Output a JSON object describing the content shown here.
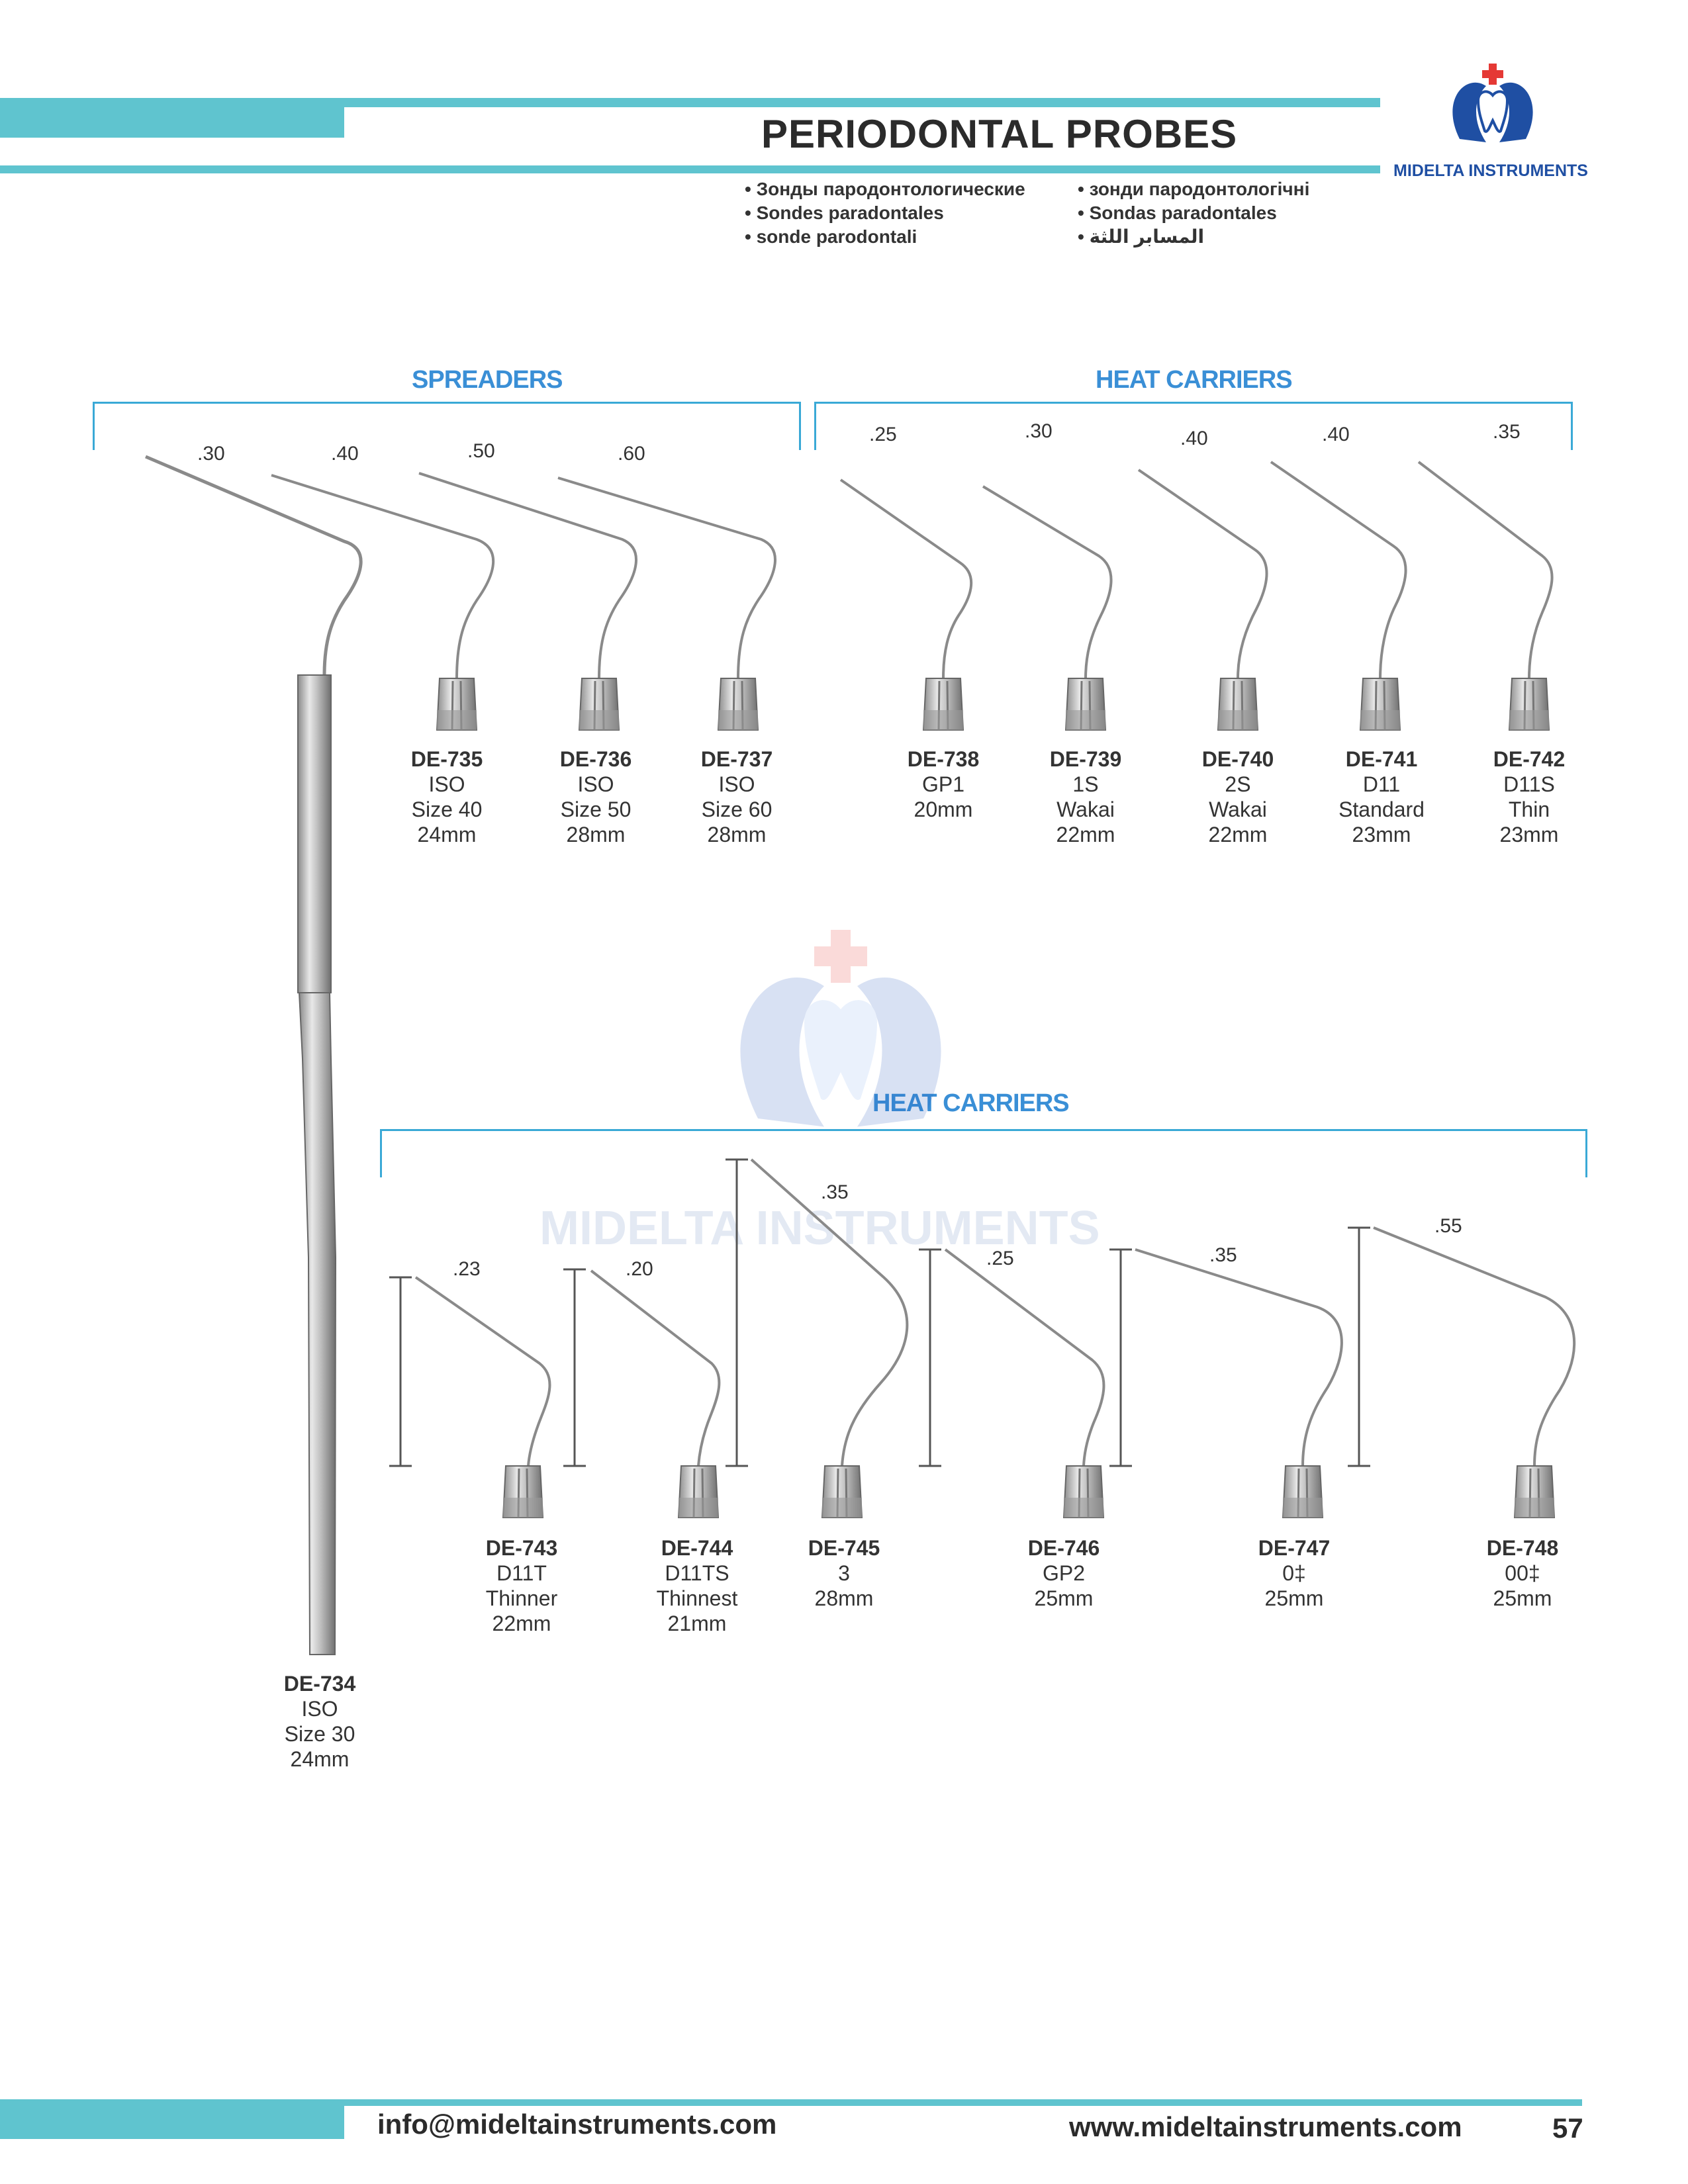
{
  "header": {
    "title": "PERIODONTAL PROBES",
    "brand": "MIDELTA INSTRUMENTS",
    "translations_left": [
      "Зонды пародонтологические",
      "Sondes paradontales",
      "sonde parodontali"
    ],
    "translations_right": [
      "зонди пародонтологічні",
      "Sondas paradontales",
      "المسابر اللثة"
    ]
  },
  "sections": {
    "spreaders": "SPREADERS",
    "heat_carriers_top": "HEAT CARRIERS",
    "heat_carriers_bottom": "HEAT CARRIERS"
  },
  "watermark": "MIDELTA INSTRUMENTS",
  "spreaders": [
    {
      "gauge": ".30"
    },
    {
      "gauge": ".40",
      "code": "DE-735",
      "lines": [
        "ISO",
        "Size 40",
        "24mm"
      ]
    },
    {
      "gauge": ".50",
      "code": "DE-736",
      "lines": [
        "ISO",
        "Size 50",
        "28mm"
      ]
    },
    {
      "gauge": ".60",
      "code": "DE-737",
      "lines": [
        "ISO",
        "Size 60",
        "28mm"
      ]
    }
  ],
  "handle_item": {
    "code": "DE-734",
    "lines": [
      "ISO",
      "Size 30",
      "24mm"
    ]
  },
  "heat_carriers_top": [
    {
      "gauge": ".25",
      "code": "DE-738",
      "lines": [
        "GP1",
        "20mm"
      ]
    },
    {
      "gauge": ".30",
      "code": "DE-739",
      "lines": [
        "1S",
        "Wakai",
        "22mm"
      ]
    },
    {
      "gauge": ".40",
      "code": "DE-740",
      "lines": [
        "2S",
        "Wakai",
        "22mm"
      ]
    },
    {
      "gauge": ".40",
      "code": "DE-741",
      "lines": [
        "D11",
        "Standard",
        "23mm"
      ]
    },
    {
      "gauge": ".35",
      "code": "DE-742",
      "lines": [
        "D11S",
        "Thin",
        "23mm"
      ]
    }
  ],
  "heat_carriers_bottom": [
    {
      "gauge": ".23",
      "code": "DE-743",
      "lines": [
        "D11T",
        "Thinner",
        "22mm"
      ]
    },
    {
      "gauge": ".20",
      "code": "DE-744",
      "lines": [
        "D11TS",
        "Thinnest",
        "21mm"
      ]
    },
    {
      "gauge": ".35",
      "code": "DE-745",
      "lines": [
        "3",
        "28mm"
      ]
    },
    {
      "gauge": ".25",
      "code": "DE-746",
      "lines": [
        "GP2",
        "25mm"
      ]
    },
    {
      "gauge": ".35",
      "code": "DE-747",
      "lines": [
        "0‡",
        "25mm"
      ]
    },
    {
      "gauge": ".55",
      "code": "DE-748",
      "lines": [
        "00‡",
        "25mm"
      ]
    }
  ],
  "footer": {
    "email": "info@mideltainstruments.com",
    "website": "www.mideltainstruments.com",
    "page_number": "57"
  },
  "colors": {
    "accent": "#5fc4cf",
    "section_heading": "#3a8fd6",
    "bracket": "#3aa9d6",
    "logo": "#1f4fa3"
  }
}
